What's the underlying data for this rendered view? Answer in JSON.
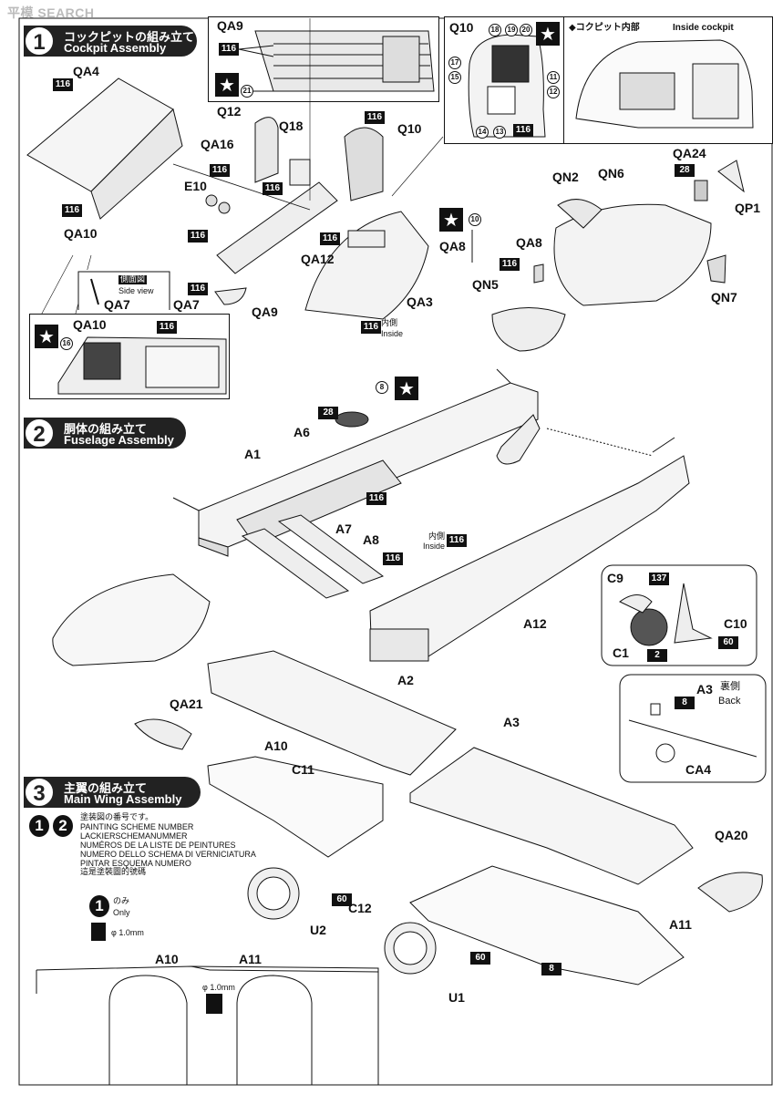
{
  "watermark": "平模 SEARCH",
  "steps": [
    {
      "num": "1",
      "jp": "コックピットの組み立て",
      "en": "Cockpit Assembly"
    },
    {
      "num": "2",
      "jp": "胴体の組み立て",
      "en": "Fuselage Assembly"
    },
    {
      "num": "3",
      "jp": "主翼の組み立て",
      "en": "Main Wing Assembly"
    }
  ],
  "inside_cockpit": {
    "jp": "◆コクピット内部",
    "en": "Inside cockpit"
  },
  "side_view": {
    "jp": "側面図",
    "en": "Side view"
  },
  "inside_text": {
    "jp": "内側",
    "en": "Inside"
  },
  "back_text": {
    "jp": "裏側",
    "en": "Back"
  },
  "only_text": {
    "jp": "のみ",
    "en": "Only"
  },
  "drill": "φ 1.0mm",
  "scheme_nums": [
    "1",
    "2"
  ],
  "painting_scheme_lines": [
    "塗装図の番号です。",
    "PAINTING SCHEME NUMBER",
    "LACKIERSCHEMANUMMER",
    "NUMÉROS DE LA LISTE DE PEINTURES",
    "NUMERO DELLO SCHEMA DI VERNICIATURA",
    "PINTAR ESQUEMA NUMERO",
    "這是塗裝圖的號碼"
  ],
  "color_codes": {
    "c116": "116",
    "c28": "28",
    "c137": "137",
    "c8": "8",
    "c2": "2",
    "c60": "60"
  },
  "circle_nums": {
    "n8": "8",
    "n10": "10",
    "n11": "11",
    "n12": "12",
    "n13": "13",
    "n14": "14",
    "n15": "15",
    "n16": "16",
    "n17": "17",
    "n18": "18",
    "n19": "19",
    "n20": "20",
    "n21": "21"
  },
  "parts": {
    "QA9": "QA9",
    "Q10": "Q10",
    "QA4": "QA4",
    "Q12": "Q12",
    "Q18": "Q18",
    "QA16": "QA16",
    "E10": "E10",
    "QA10": "QA10",
    "QA7": "QA7",
    "QA12": "QA12",
    "QA3": "QA3",
    "QN2": "QN2",
    "QN6": "QN6",
    "QA24": "QA24",
    "QP1": "QP1",
    "QA8": "QA8",
    "QN5": "QN5",
    "QN7": "QN7",
    "A6": "A6",
    "A1": "A1",
    "A7": "A7",
    "A8": "A8",
    "A12": "A12",
    "C9": "C9",
    "C10": "C10",
    "C1": "C1",
    "A2": "A2",
    "QA21": "QA21",
    "A10": "A10",
    "C11": "C11",
    "A3": "A3",
    "CA4": "CA4",
    "QA20": "QA20",
    "C12": "C12",
    "U2": "U2",
    "U1": "U1",
    "A11": "A11"
  }
}
